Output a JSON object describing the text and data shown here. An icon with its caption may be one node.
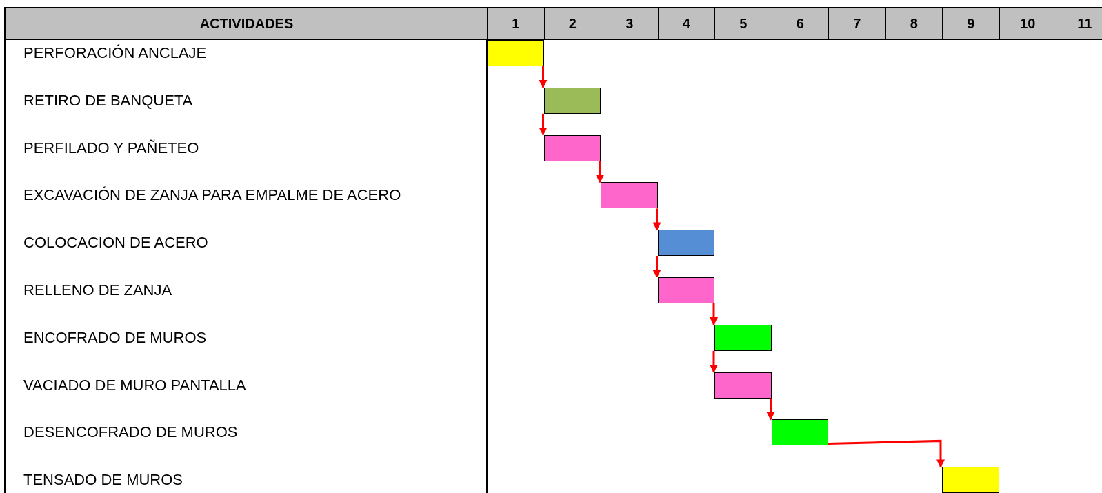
{
  "diagram": {
    "nodes": [
      {
        "text": [],
        "shape": "bar"
      },
      {
        "text": [],
        "shape": "bar"
      },
      {
        "text": [],
        "shape": "bar"
      },
      {
        "text": [],
        "shape": "bar"
      },
      {
        "text": [],
        "shape": "bar"
      },
      {
        "text": [],
        "shape": "bar"
      },
      {
        "text": [],
        "shape": "bar"
      },
      {
        "text": [],
        "shape": "bar"
      },
      {
        "text": [],
        "shape": "bar"
      },
      {
        "text": [],
        "shape": "bar"
      }
    ],
    "edges": [
      {
        "from": 0,
        "to": 1,
        "arrow": "to"
      },
      {
        "from": 1,
        "to": 2,
        "arrow": "to"
      },
      {
        "from": 2,
        "to": 3,
        "arrow": "to"
      },
      {
        "from": 3,
        "to": 4,
        "arrow": "to"
      },
      {
        "from": 4,
        "to": 5,
        "arrow": "to"
      },
      {
        "from": 5,
        "to": 6,
        "arrow": "to"
      },
      {
        "from": 6,
        "to": 7,
        "arrow": "to"
      },
      {
        "from": 7,
        "to": 8,
        "arrow": "to"
      },
      {
        "from": 8,
        "to": 9,
        "arrow": "to"
      }
    ],
    "labels": [
      "ACTIVIDADES",
      "1",
      "2",
      "3",
      "4",
      "5",
      "6",
      "7",
      "8",
      "9",
      "10",
      "11",
      "PERFORACIÓN ANCLAJE",
      "RETIRO DE BANQUETA",
      "PERFILADO Y PAÑETEO",
      "EXCAVACIÓN DE ZANJA PARA EMPALME DE ACERO",
      "COLOCACION DE ACERO",
      "RELLENO DE ZANJA",
      "ENCOFRADO DE MUROS",
      "VACIADO DE MURO PANTALLA",
      "DESENCOFRADO DE MUROS",
      "TENSADO DE MUROS"
    ]
  }
}
